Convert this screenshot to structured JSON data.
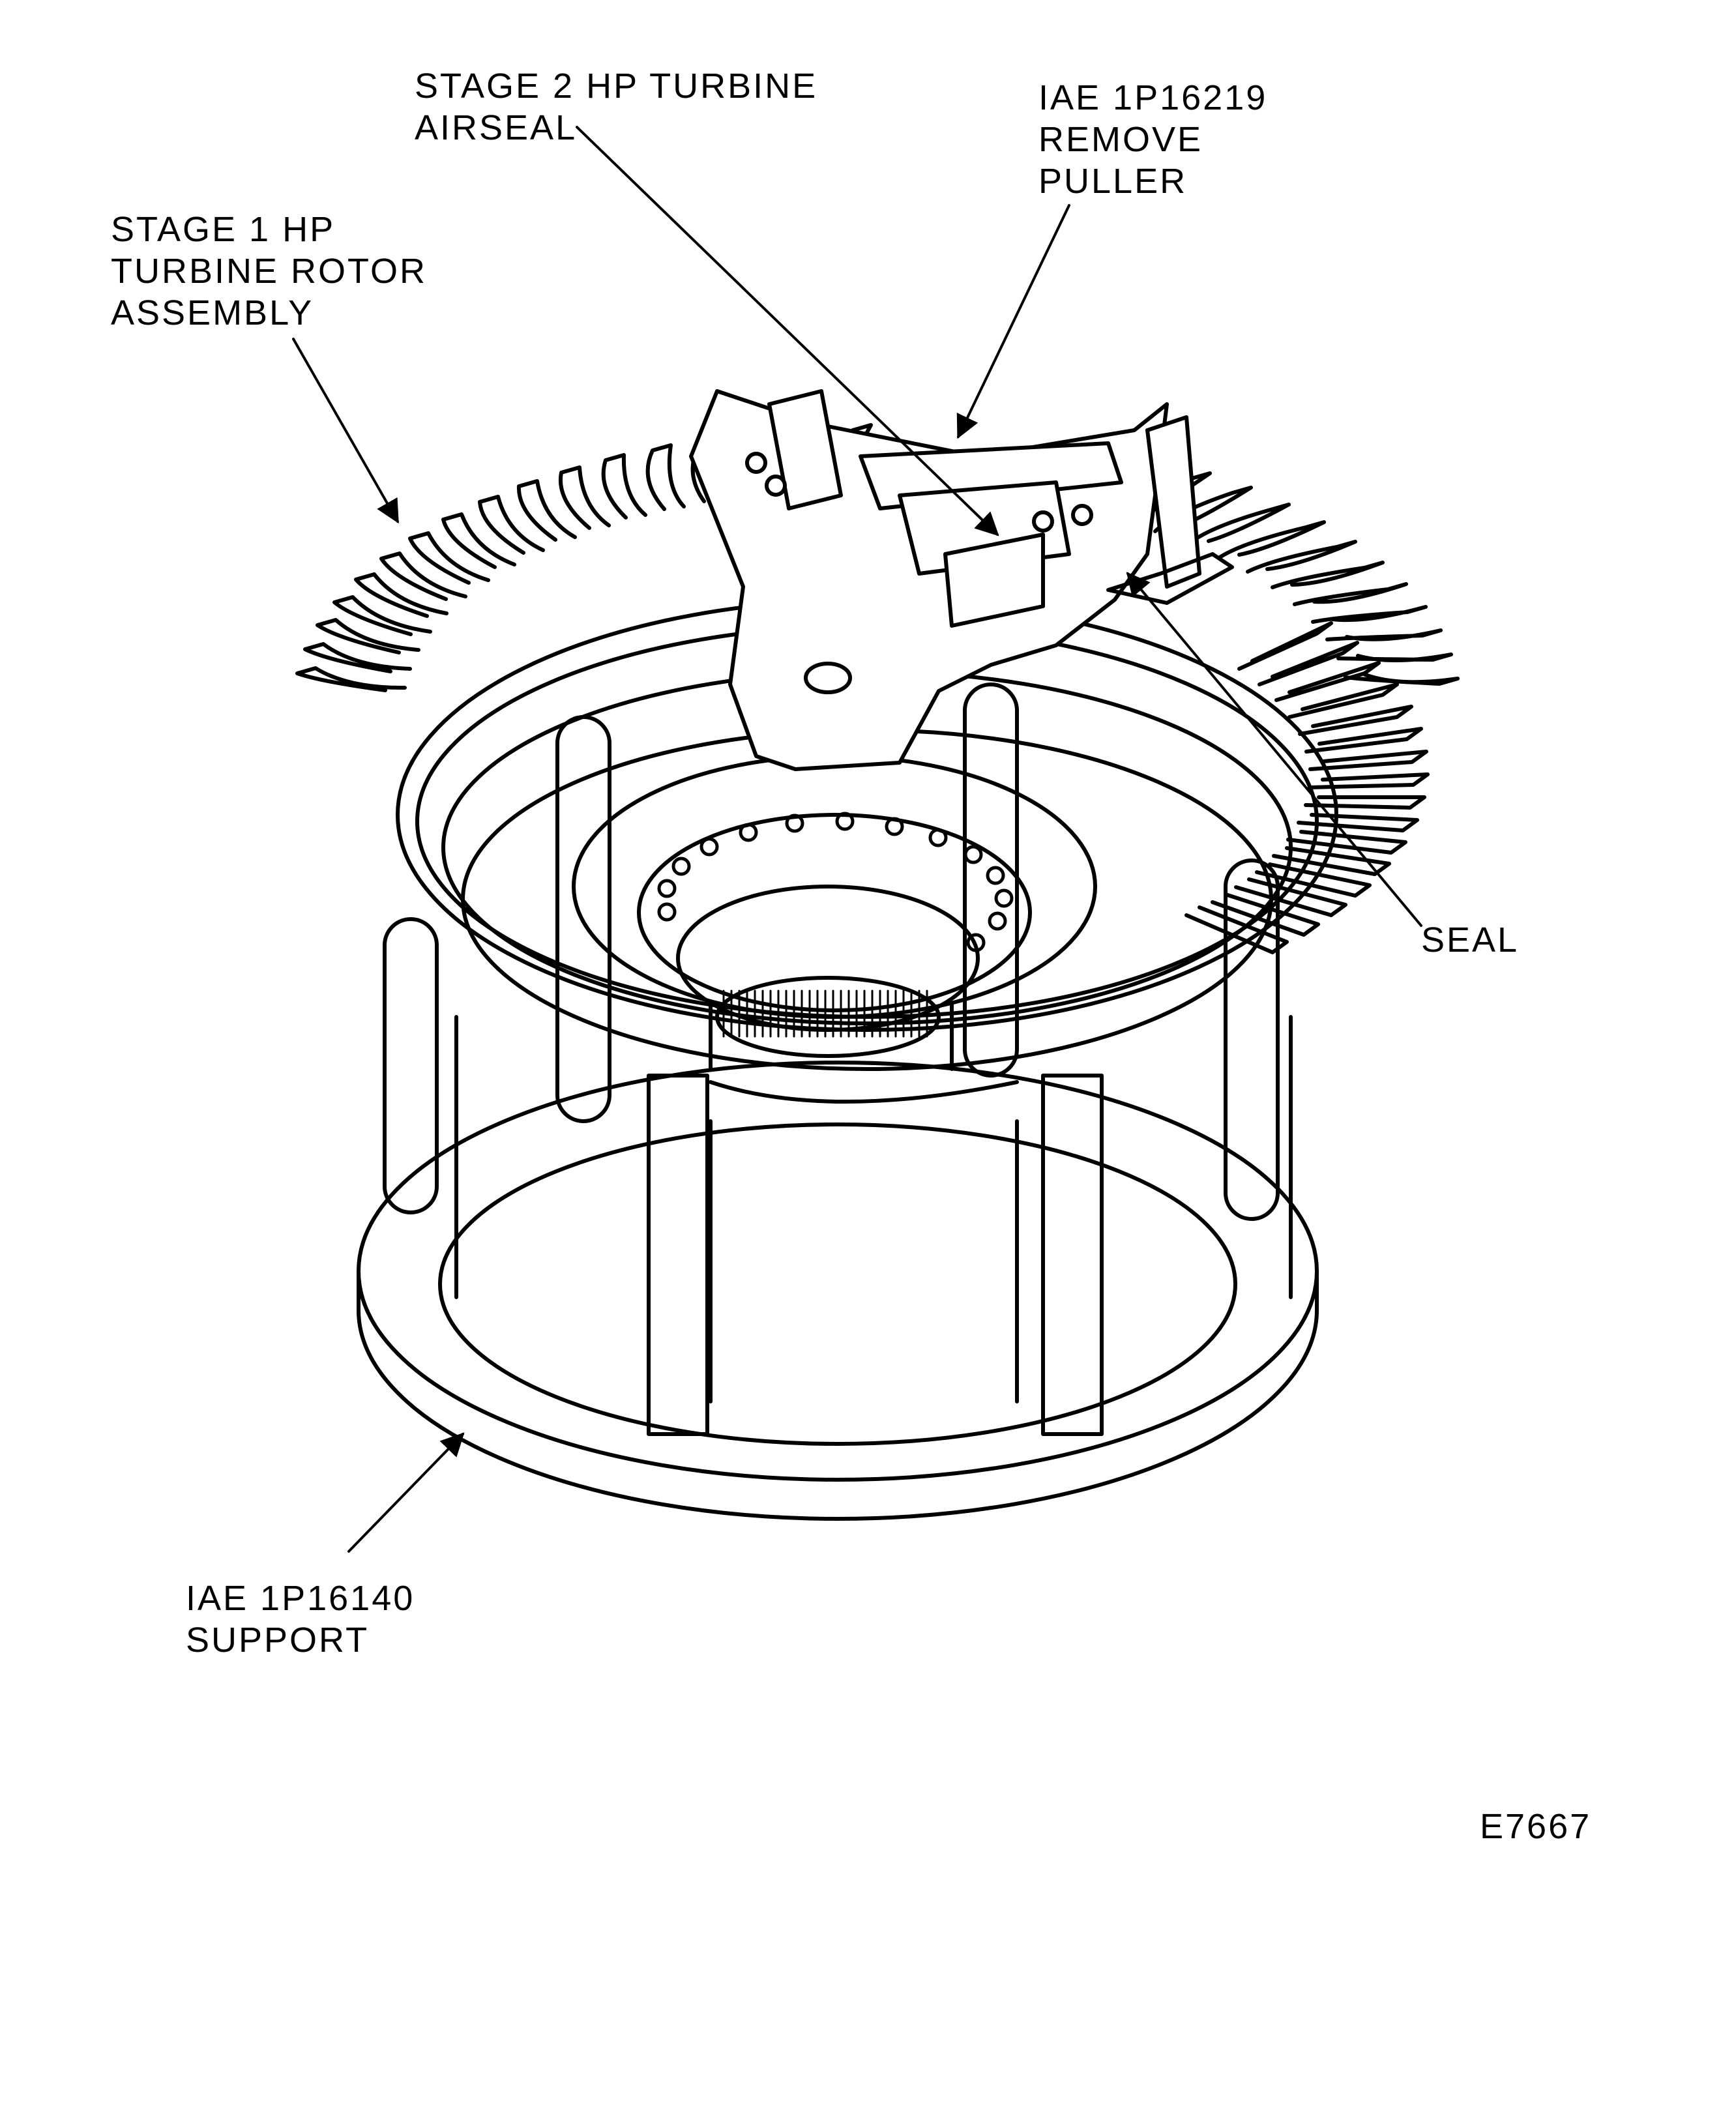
{
  "callouts": {
    "airseal": [
      "STAGE 2 HP TURBINE",
      "AIRSEAL"
    ],
    "puller": [
      "IAE 1P16219",
      "REMOVE",
      "PULLER"
    ],
    "rotor": [
      "STAGE 1 HP",
      "TURBINE ROTOR",
      "ASSEMBLY"
    ],
    "seal": [
      "SEAL"
    ],
    "support": [
      "IAE 1P16140",
      "SUPPORT"
    ]
  },
  "figure_number": "E7667",
  "colors": {
    "ink": "#000000",
    "paper": "#ffffff"
  }
}
